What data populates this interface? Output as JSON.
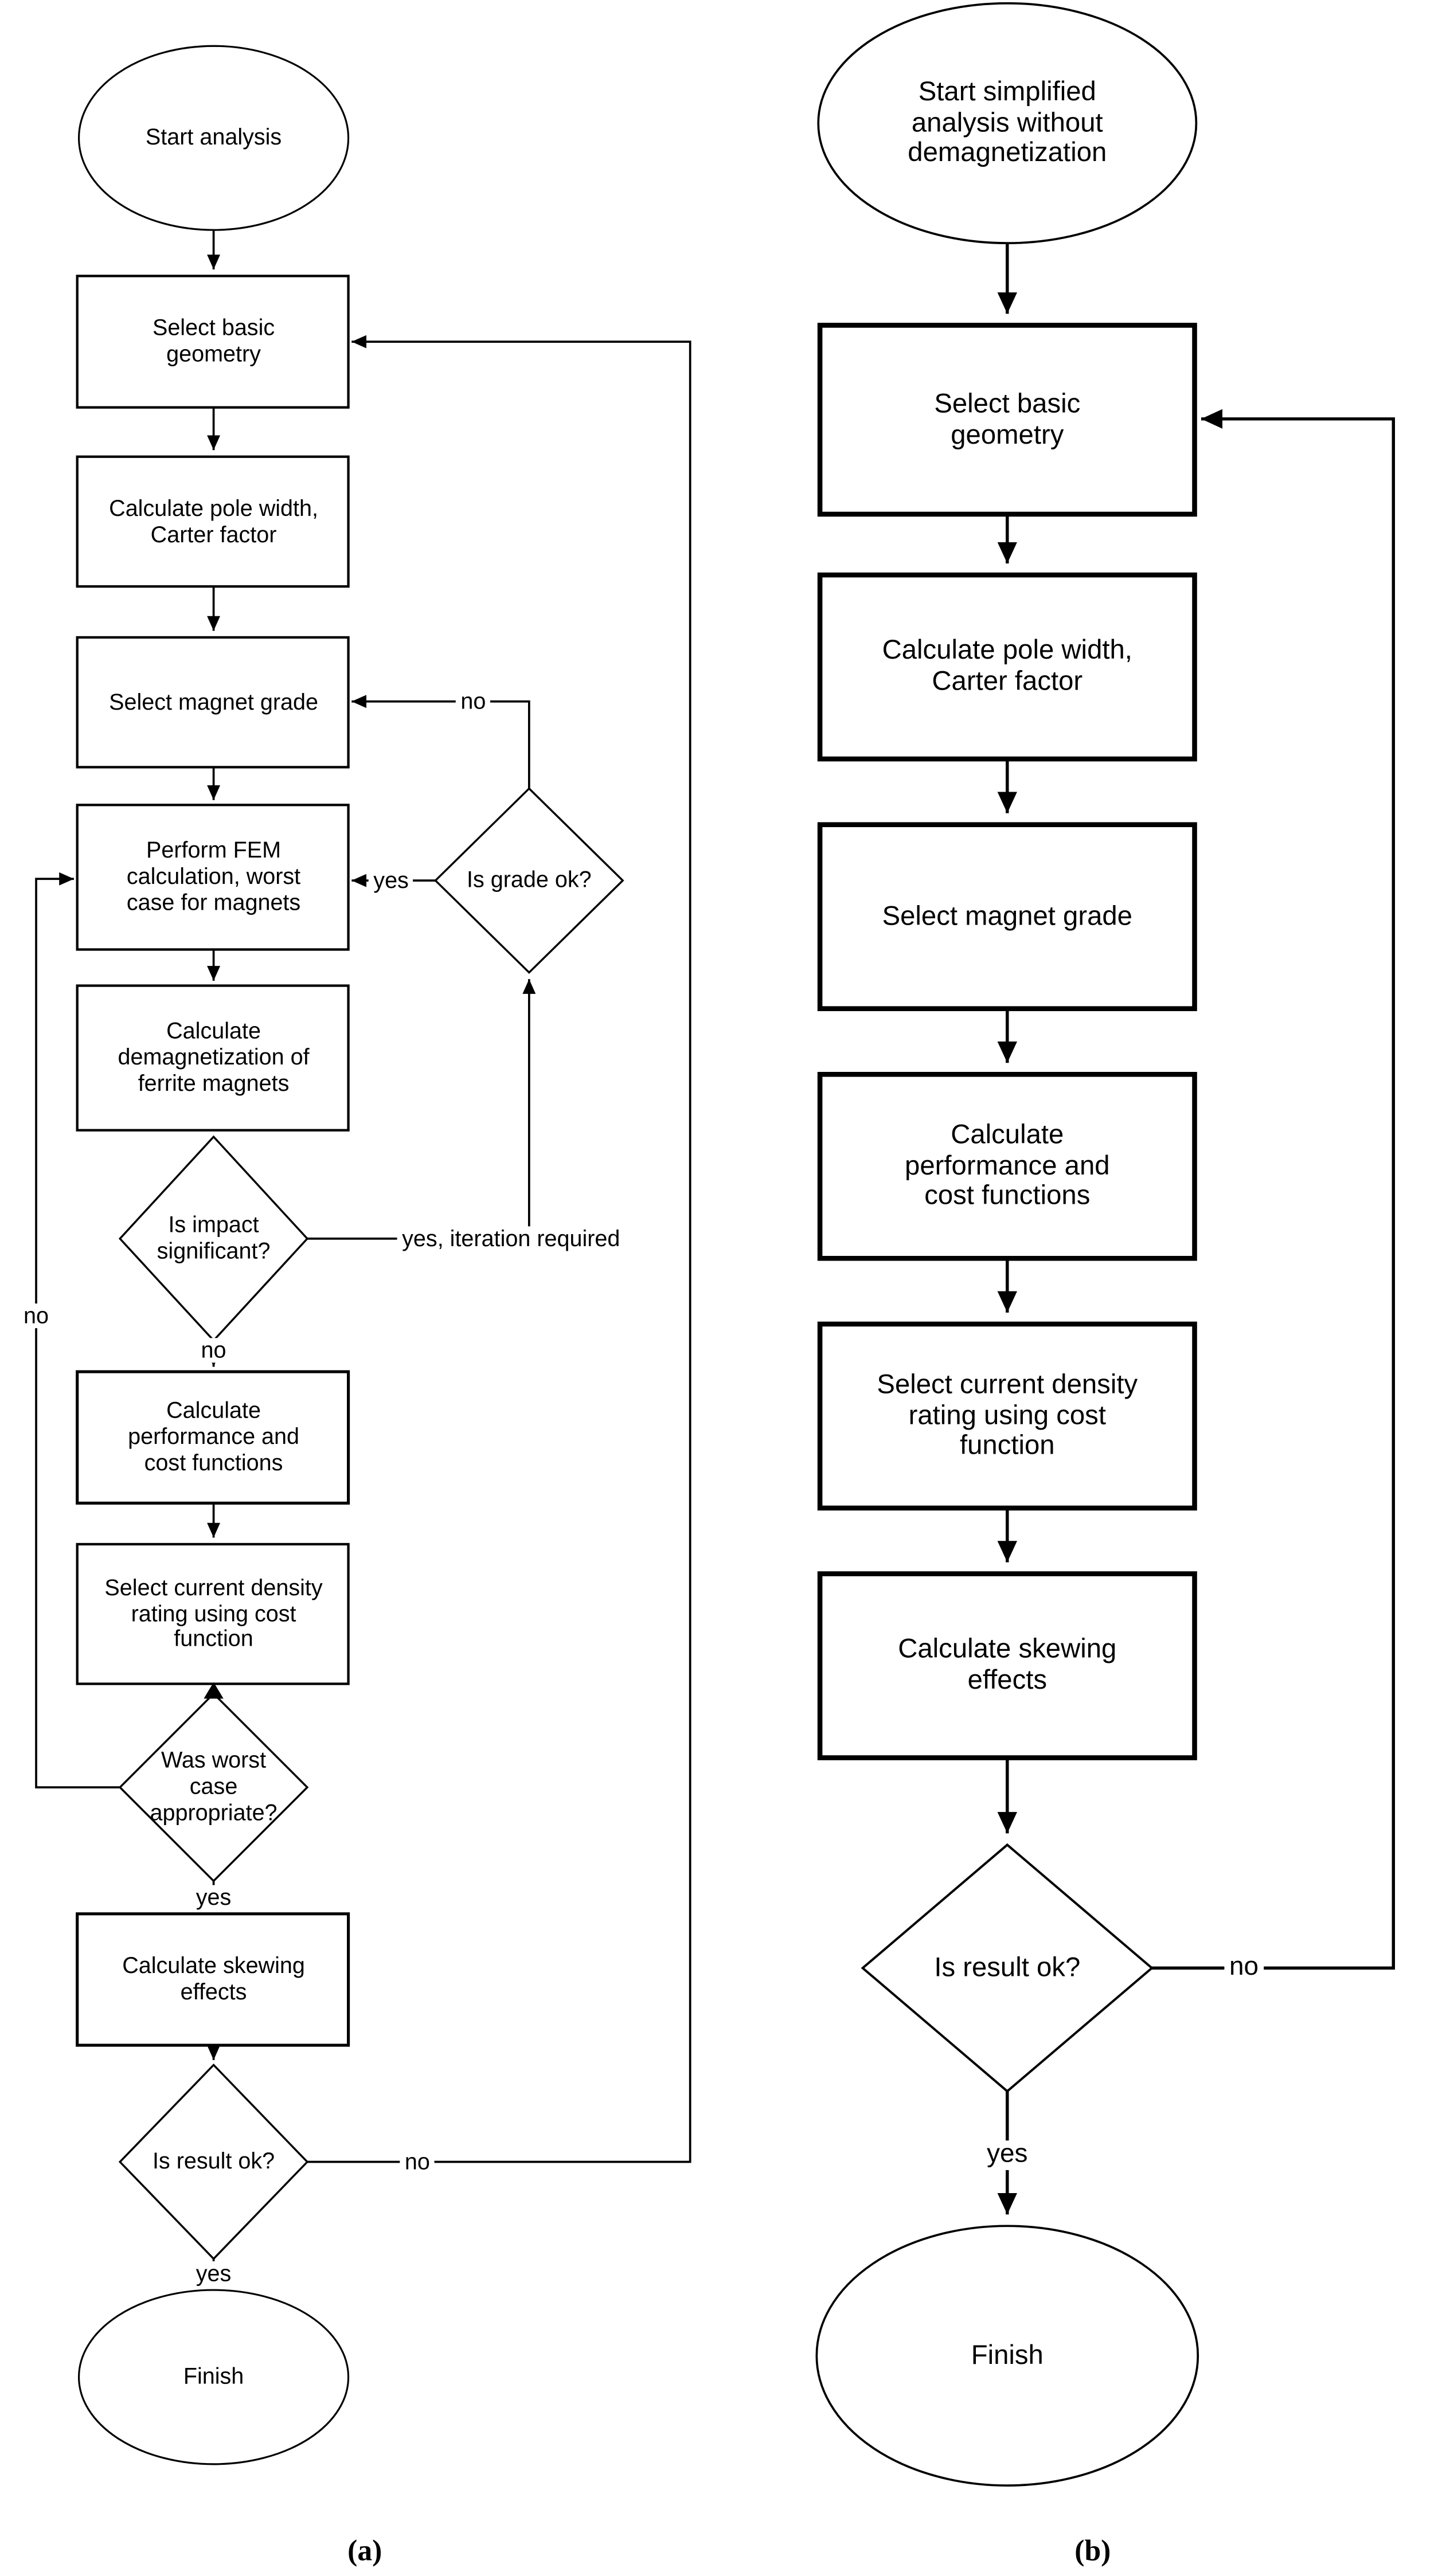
{
  "figure": {
    "background_color": "#ffffff",
    "line_color": "#000000",
    "charts": {
      "a": {
        "caption": "(a)",
        "nodes": {
          "start": {
            "type": "terminator",
            "label": "Start analysis"
          },
          "select_geometry": {
            "type": "process",
            "label": "Select basic geometry"
          },
          "pole_width": {
            "type": "process",
            "label": "Calculate pole width, Carter factor"
          },
          "magnet_grade": {
            "type": "process",
            "label": "Select magnet grade"
          },
          "fem": {
            "type": "process",
            "label": "Perform FEM calculation, worst case for magnets"
          },
          "demag": {
            "type": "process",
            "label": "Calculate demagnetization of ferrite magnets"
          },
          "grade_ok": {
            "type": "decision",
            "label": "Is grade ok?"
          },
          "impact": {
            "type": "decision",
            "label": "Is impact significant?"
          },
          "performance": {
            "type": "process",
            "label": "Calculate performance and cost functions"
          },
          "current_density": {
            "type": "process",
            "label": "Select current density rating using cost function"
          },
          "worst_case": {
            "type": "decision",
            "label": "Was worst case appropriate?"
          },
          "skewing": {
            "type": "process",
            "label": "Calculate skewing effects"
          },
          "result_ok": {
            "type": "decision",
            "label": "Is result ok?"
          },
          "finish": {
            "type": "terminator",
            "label": "Finish"
          }
        },
        "labels": {
          "grade_no": "no",
          "grade_yes": "yes",
          "iteration": "yes, iteration required",
          "impact_no": "no",
          "worst_no": "no",
          "worst_yes": "yes",
          "result_no": "no",
          "result_yes": "yes"
        }
      },
      "b": {
        "caption": "(b)",
        "nodes": {
          "start": {
            "type": "terminator",
            "label": "Start simplified analysis without demagnetization"
          },
          "select_geometry": {
            "type": "process",
            "label": "Select basic geometry"
          },
          "pole_width": {
            "type": "process",
            "label": "Calculate pole width, Carter factor"
          },
          "magnet_grade": {
            "type": "process",
            "label": "Select magnet grade"
          },
          "performance": {
            "type": "process",
            "label": "Calculate performance and cost functions"
          },
          "current_density": {
            "type": "process",
            "label": "Select current density rating using cost function"
          },
          "skewing": {
            "type": "process",
            "label": "Calculate skewing effects"
          },
          "result_ok": {
            "type": "decision",
            "label": "Is result ok?"
          },
          "finish": {
            "type": "terminator",
            "label": "Finish"
          }
        },
        "labels": {
          "result_no": "no",
          "result_yes": "yes"
        }
      }
    }
  }
}
